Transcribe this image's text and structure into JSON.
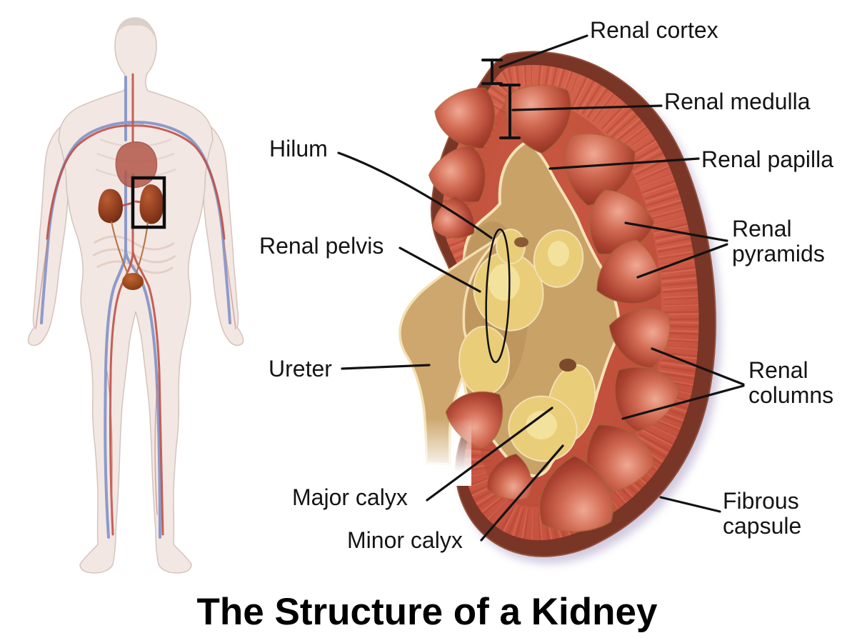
{
  "title": "The Structure of a Kidney",
  "labels": {
    "renal_cortex": "Renal cortex",
    "renal_medulla": "Renal medulla",
    "renal_papilla": "Renal papilla",
    "renal_pyramids": "Renal\npyramids",
    "renal_columns": "Renal\ncolumns",
    "fibrous_capsule": "Fibrous\ncapsule",
    "hilum": "Hilum",
    "renal_pelvis": "Renal pelvis",
    "ureter": "Ureter",
    "major_calyx": "Major calyx",
    "minor_calyx": "Minor calyx"
  },
  "colors": {
    "cortex_red": "#cd5a46",
    "capsule_maroon": "#793526",
    "pyramid_maroon": "#aa4130",
    "sinus_tan": "#c9a267",
    "calyx_cream": "#f6e2b6",
    "fat_yellow": "#e9cd79",
    "leader_black": "#121212",
    "shadow_lavender": "#b3a8cc",
    "body_artery_red": "#c05147",
    "body_vein_blue": "#8292c8",
    "organ_brown": "#8a3d22"
  }
}
